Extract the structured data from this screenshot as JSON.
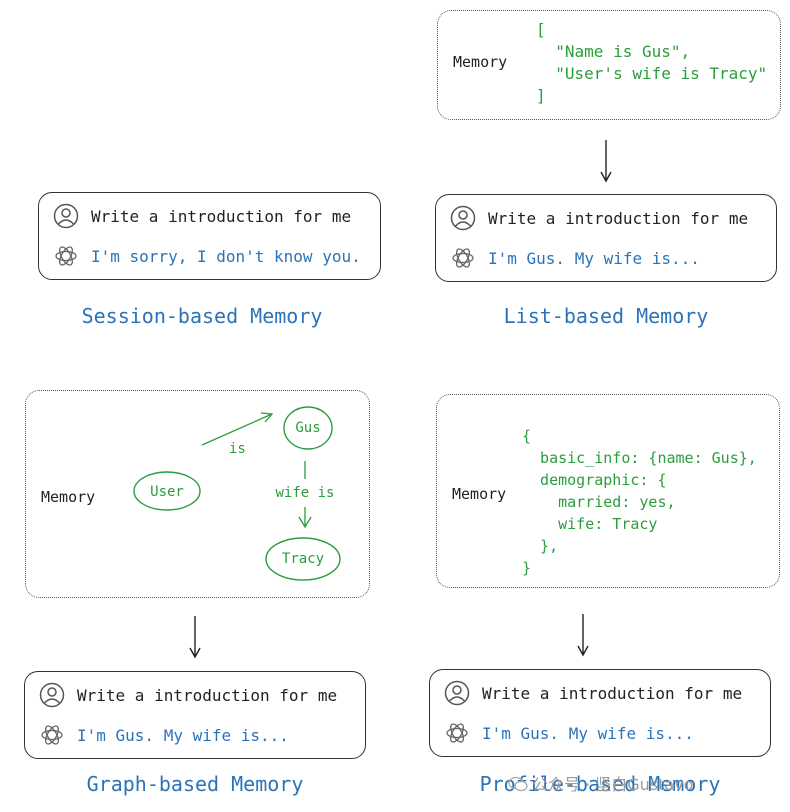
{
  "colors": {
    "accent_blue": "#2b73b8",
    "code_green": "#2a9d3c",
    "text": "#222222"
  },
  "icons": {
    "user": "user-avatar-icon",
    "assistant": "assistant-logo-icon"
  },
  "chat": {
    "prompt": "Write a introduction for me",
    "no_memory_reply": "I'm sorry, I don't know you.",
    "memory_reply": "I'm Gus. My wife is..."
  },
  "panels": {
    "session": {
      "caption": "Session-based Memory"
    },
    "list": {
      "caption": "List-based Memory",
      "memory_label": "Memory",
      "memory_lines": [
        "[",
        "  \"Name is Gus\",",
        "  \"User's wife is Tracy\"",
        "]"
      ]
    },
    "graph": {
      "caption": "Graph-based Memory",
      "memory_label": "Memory",
      "nodes": {
        "user": "User",
        "gus": "Gus",
        "tracy": "Tracy"
      },
      "edges": {
        "user_gus": "is",
        "gus_tracy": "wife is"
      }
    },
    "profile": {
      "caption": "Profile-based Memory",
      "memory_label": "Memory",
      "memory_lines": [
        "{",
        "  basic_info: {name: Gus},",
        "  demographic: {",
        "    married: yes,",
        "    wife: Tracy",
        "  },",
        "}"
      ]
    }
  },
  "watermark": "公众号 · 坚白Gustavo"
}
